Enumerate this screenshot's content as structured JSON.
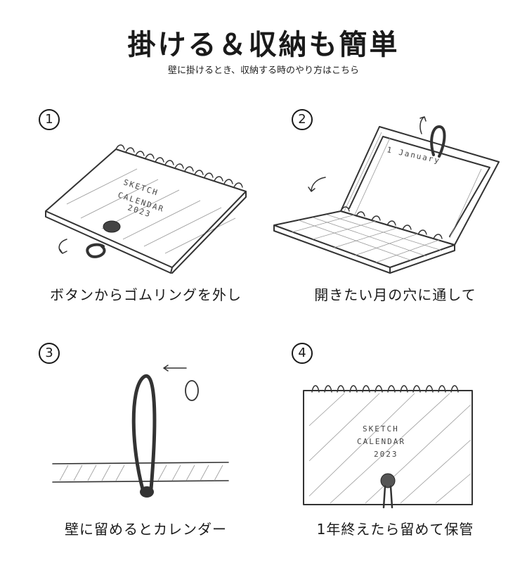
{
  "header": {
    "title": "掛ける＆収納も簡単",
    "subtitle": "壁に掛けるとき、収納する時のやり方はこちら"
  },
  "steps": [
    {
      "number": "1",
      "caption": "ボタンからゴムリングを外し"
    },
    {
      "number": "2",
      "caption": "開きたい月の穴に通して"
    },
    {
      "number": "3",
      "caption": "壁に留めるとカレンダー"
    },
    {
      "number": "4",
      "caption": "1年終えたら留めて保管"
    }
  ],
  "sketch": {
    "cover_line1": "SKETCH",
    "cover_line2": "CALENDAR",
    "cover_year": "2023",
    "page_label": "1 January"
  }
}
